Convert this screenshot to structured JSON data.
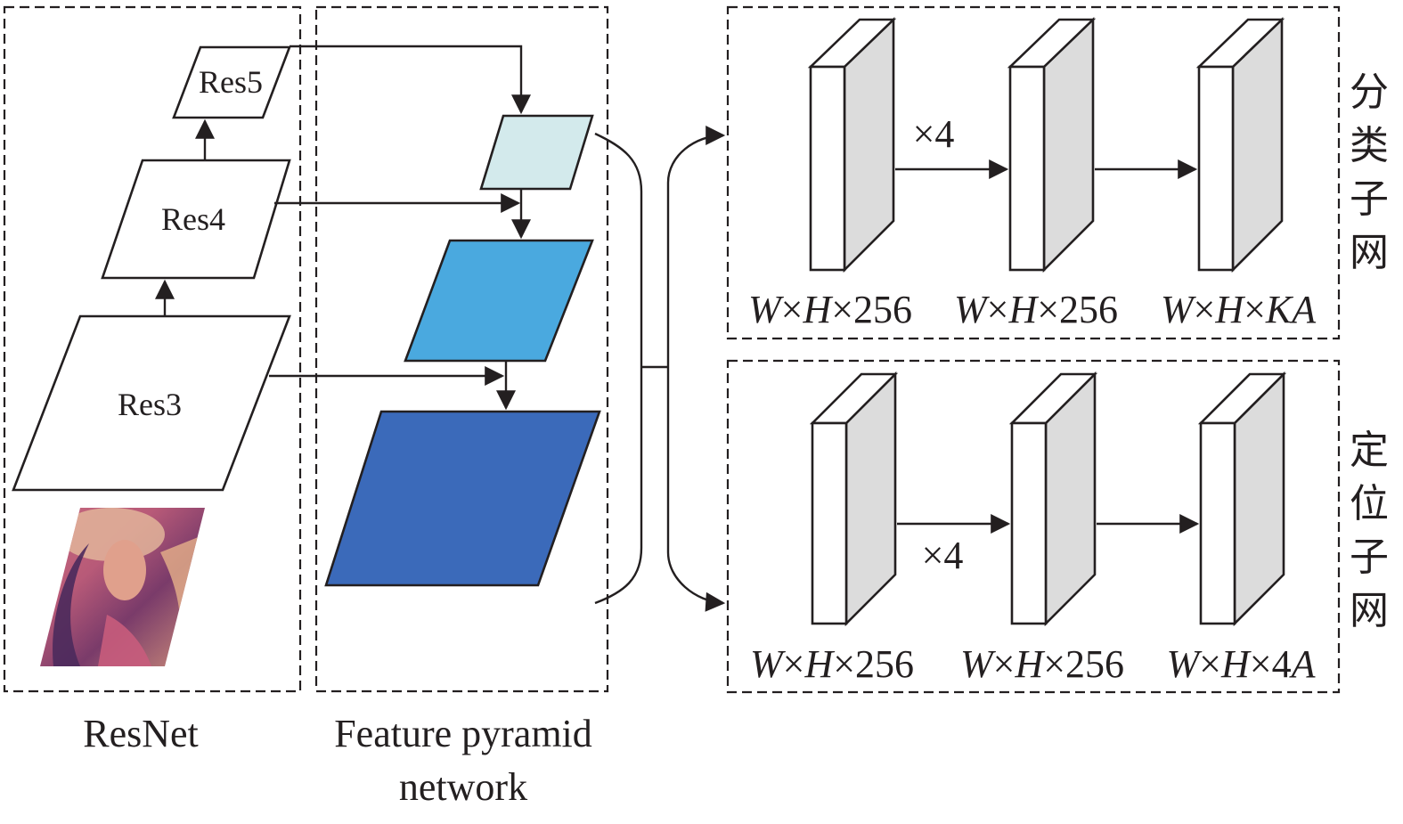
{
  "colors": {
    "stroke": "#231f20",
    "p5_fill": "#d3eaec",
    "p4_fill": "#4aa9df",
    "p3_fill": "#3b6aba",
    "block_front": "#ffffff",
    "block_side": "#dcdcdc",
    "image_tint": "#a8507a"
  },
  "resnet": {
    "title": "ResNet",
    "stages": [
      {
        "label": "Res5"
      },
      {
        "label": "Res4"
      },
      {
        "label": "Res3"
      }
    ],
    "input_image": "lena-photo"
  },
  "fpn": {
    "title_line1": "Feature pyramid",
    "title_line2": "network",
    "levels": [
      "p5",
      "p4",
      "p3"
    ]
  },
  "classification_subnet": {
    "title_chars": [
      "分",
      "类",
      "子",
      "网"
    ],
    "repeat_label": "×4",
    "dims": [
      {
        "w": "W",
        "x1": "×",
        "h": "H",
        "rest": "×256"
      },
      {
        "w": "W",
        "x1": "×",
        "h": "H",
        "rest": "×256"
      },
      {
        "w": "W",
        "x1": "×",
        "h": "H",
        "rest_plain": "×",
        "rest_it": "KA"
      }
    ]
  },
  "box_subnet": {
    "title_chars": [
      "定",
      "位",
      "子",
      "网"
    ],
    "repeat_label": "×4",
    "dims": [
      {
        "w": "W",
        "x1": "×",
        "h": "H",
        "rest": "×256"
      },
      {
        "w": "W",
        "x1": "×",
        "h": "H",
        "rest": "×256"
      },
      {
        "w": "W",
        "x1": "×",
        "h": "H",
        "rest_plain": "×4",
        "rest_it": "A"
      }
    ]
  }
}
